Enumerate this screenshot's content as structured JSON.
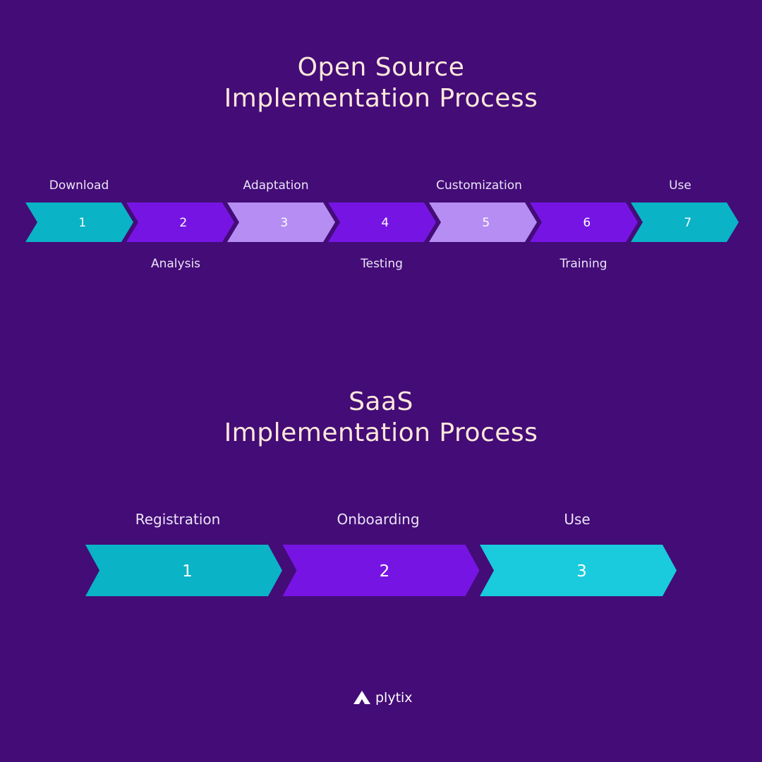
{
  "colors": {
    "background": "#430c77",
    "title": "#fde8da",
    "label": "#ece4f6",
    "number": "#ffffff"
  },
  "open_source": {
    "title_line1": "Open Source",
    "title_line2": "Implementation Process",
    "steps": [
      {
        "number": "1",
        "label": "Download",
        "color": "#0ab3c6"
      },
      {
        "number": "2",
        "label": "Analysis",
        "color": "#7615e3"
      },
      {
        "number": "3",
        "label": "Adaptation",
        "color": "#b68df3"
      },
      {
        "number": "4",
        "label": "Testing",
        "color": "#7615e3"
      },
      {
        "number": "5",
        "label": "Customization",
        "color": "#b68df3"
      },
      {
        "number": "6",
        "label": "Training",
        "color": "#7615e3"
      },
      {
        "number": "7",
        "label": "Use",
        "color": "#0ab3c6"
      }
    ]
  },
  "saas": {
    "title_line1": "SaaS",
    "title_line2": "Implementation Process",
    "steps": [
      {
        "number": "1",
        "label": "Registration",
        "color": "#0ab3c6"
      },
      {
        "number": "2",
        "label": "Onboarding",
        "color": "#7615e3"
      },
      {
        "number": "3",
        "label": "Use",
        "color": "#19cbdc"
      }
    ]
  },
  "brand": {
    "name": "plytix",
    "logo_icon": "plytix-logo-icon"
  }
}
